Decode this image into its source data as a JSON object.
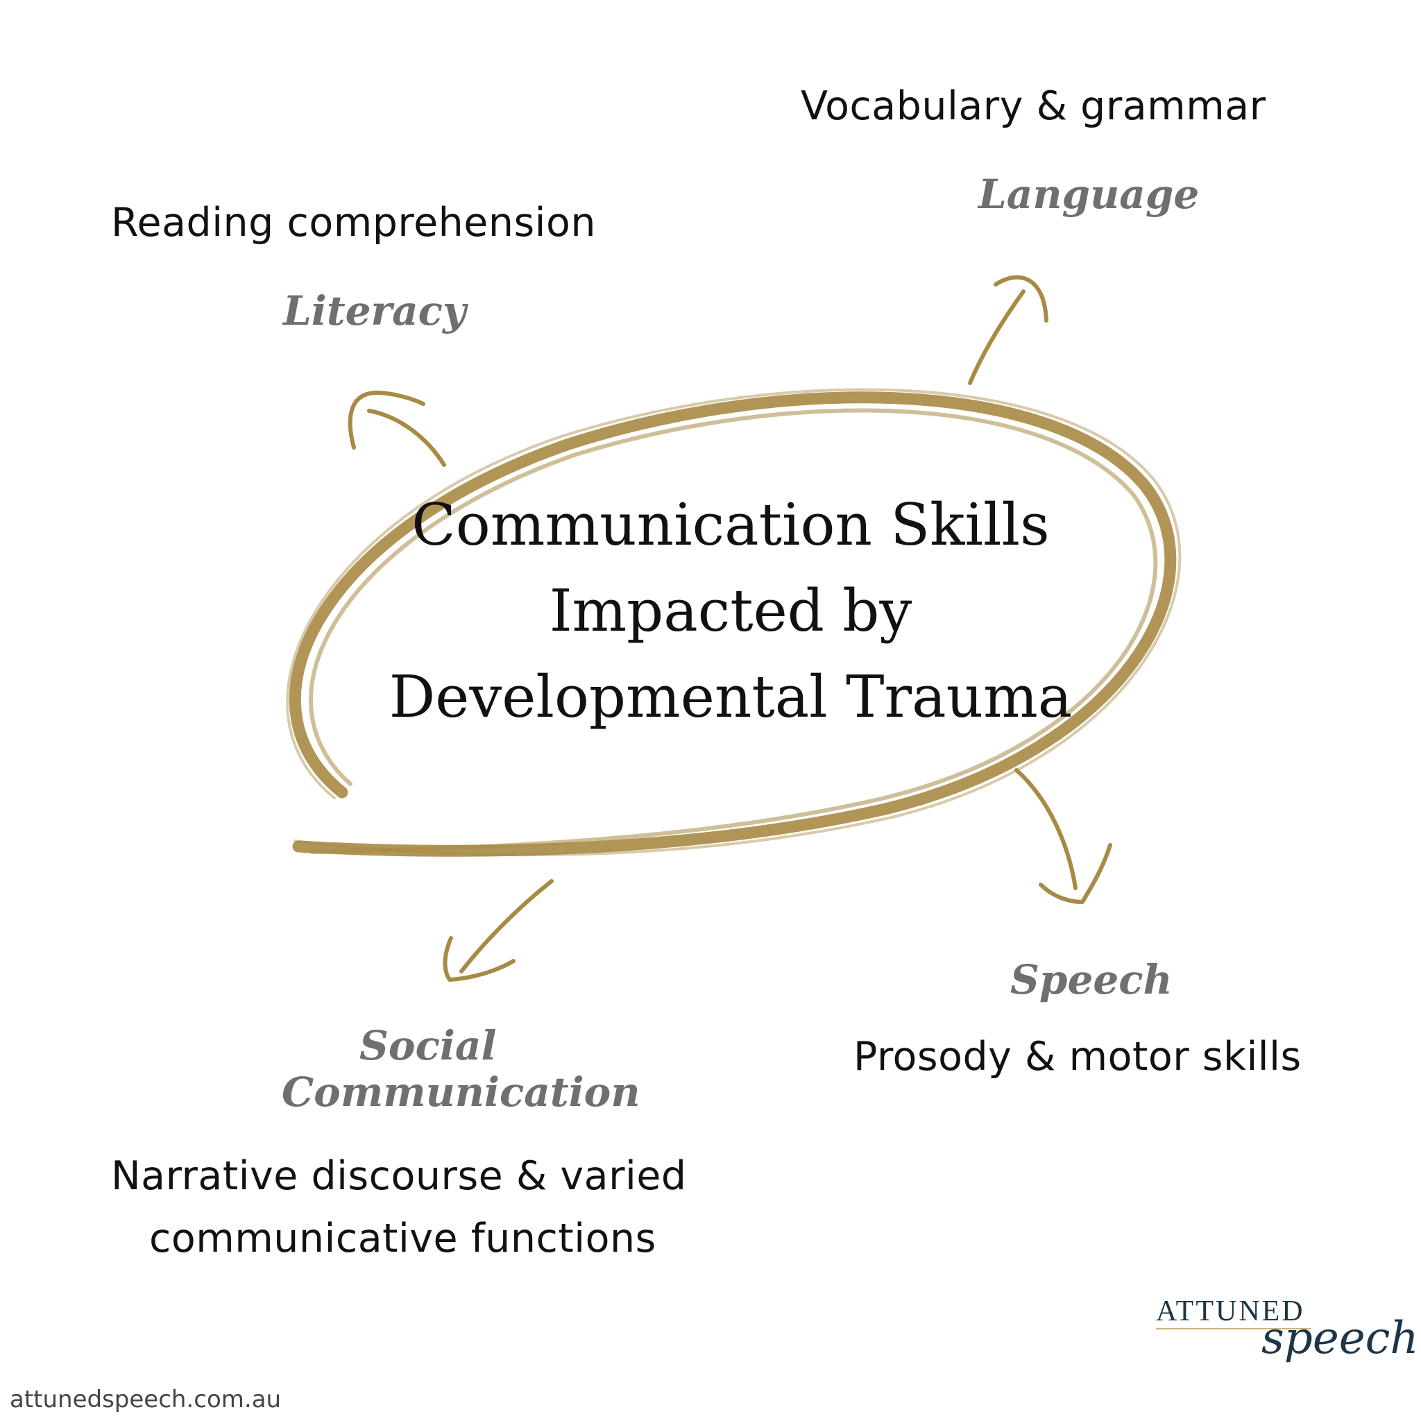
{
  "diagram": {
    "title_lines": [
      "Communication Skills",
      "Impacted by",
      "Developmental Trauma"
    ],
    "nodes": {
      "language": {
        "category": "Language",
        "detail": "Vocabulary & grammar"
      },
      "literacy": {
        "category": "Literacy",
        "detail": "Reading comprehension"
      },
      "speech": {
        "category": "Speech",
        "detail": "Prosody & motor skills"
      },
      "social": {
        "category_lines": [
          "Social",
          "Communication"
        ],
        "detail_lines": [
          "Narrative discourse & varied",
          "communicative functions"
        ]
      }
    },
    "colors": {
      "stroke": "#a88a45",
      "category_text": "#6f6f6f",
      "detail_text": "#111111",
      "brand": "#1d3547"
    }
  },
  "brand": {
    "name_top": "ATTUNED",
    "name_script": "speech"
  },
  "footer": {
    "website": "attunedspeech.com.au"
  }
}
